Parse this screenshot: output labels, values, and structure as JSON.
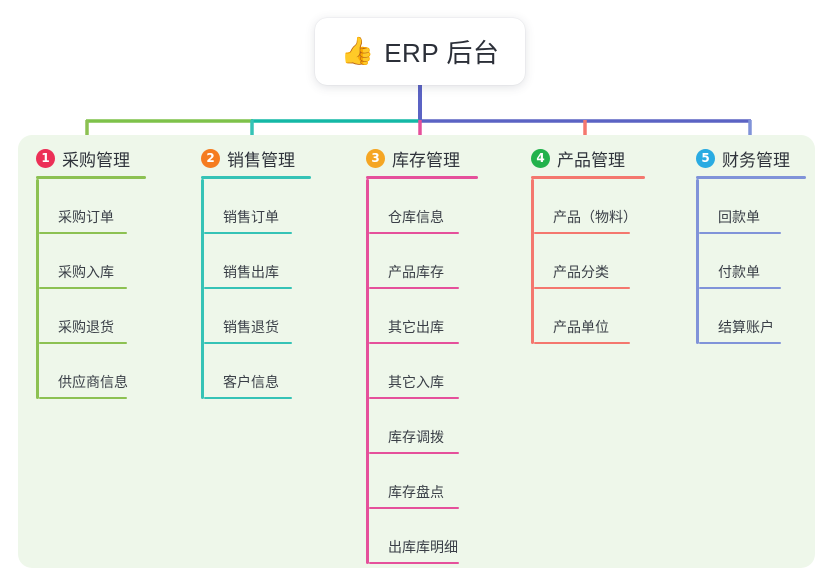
{
  "root": {
    "icon": "thumbs-up-emoji",
    "emoji": "👍",
    "title": "ERP 后台"
  },
  "palette": {
    "page_background": "#ffffff",
    "panel_background": "#eef7ea",
    "root_background": "#ffffff",
    "text": "#2f333b",
    "trunk_blue": "#5b63c4",
    "bar_green": "#7ec24a",
    "bar_teal": "#14b8a6",
    "bar_blue": "#5b63c4"
  },
  "columns": [
    {
      "number": "1",
      "title": "采购管理",
      "badge_color": "#ec3057",
      "line_color": "#8cc152",
      "items": [
        "采购订单",
        "采购入库",
        "采购退货",
        "供应商信息"
      ]
    },
    {
      "number": "2",
      "title": "销售管理",
      "badge_color": "#f57c20",
      "line_color": "#35c3b6",
      "items": [
        "销售订单",
        "销售出库",
        "销售退货",
        "客户信息"
      ]
    },
    {
      "number": "3",
      "title": "库存管理",
      "badge_color": "#f5a623",
      "line_color": "#e5509b",
      "items": [
        "仓库信息",
        "产品库存",
        "其它出库",
        "其它入库",
        "库存调拨",
        "库存盘点",
        "出库库明细"
      ]
    },
    {
      "number": "4",
      "title": "产品管理",
      "badge_color": "#22b24c",
      "line_color": "#f4776e",
      "items": [
        "产品（物料）",
        "产品分类",
        "产品单位"
      ]
    },
    {
      "number": "5",
      "title": "财务管理",
      "badge_color": "#29abe2",
      "line_color": "#8093d9",
      "items": [
        "回款单",
        "付款单",
        "结算账户"
      ]
    }
  ]
}
